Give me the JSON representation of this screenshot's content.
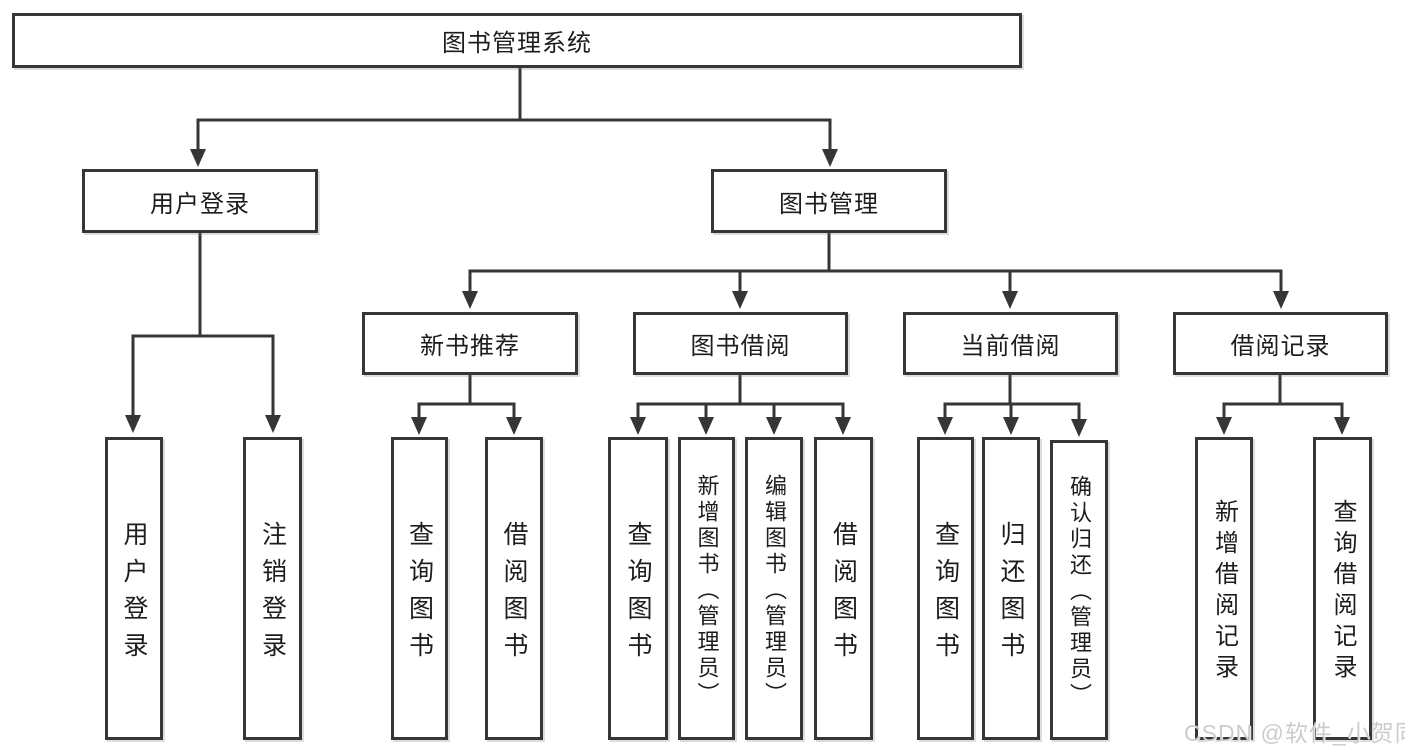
{
  "root": {
    "label": "图书管理系统"
  },
  "user_login": {
    "label": "用户登录",
    "children": [
      {
        "label": "用户登录"
      },
      {
        "label": "注销登录"
      }
    ]
  },
  "book_mgmt": {
    "label": "图书管理",
    "children": [
      {
        "label": "新书推荐",
        "children": [
          {
            "label": "查询图书"
          },
          {
            "label": "借阅图书"
          }
        ]
      },
      {
        "label": "图书借阅",
        "children": [
          {
            "label": "查询图书"
          },
          {
            "label": "新增图书（管理员）"
          },
          {
            "label": "编辑图书（管理员）"
          },
          {
            "label": "借阅图书"
          }
        ]
      },
      {
        "label": "当前借阅",
        "children": [
          {
            "label": "查询图书"
          },
          {
            "label": "归还图书"
          },
          {
            "label": "确认归还（管理员）"
          }
        ]
      },
      {
        "label": "借阅记录",
        "children": [
          {
            "label": "新增借阅记录"
          },
          {
            "label": "查询借阅记录"
          }
        ]
      }
    ]
  },
  "watermark": {
    "text": "CSDN @软件_小贺同学"
  },
  "colors": {
    "line": "#363636",
    "border": "#363636",
    "text": "#1d1d1d",
    "background": "#ffffff",
    "watermark": "#c9c9c9"
  }
}
